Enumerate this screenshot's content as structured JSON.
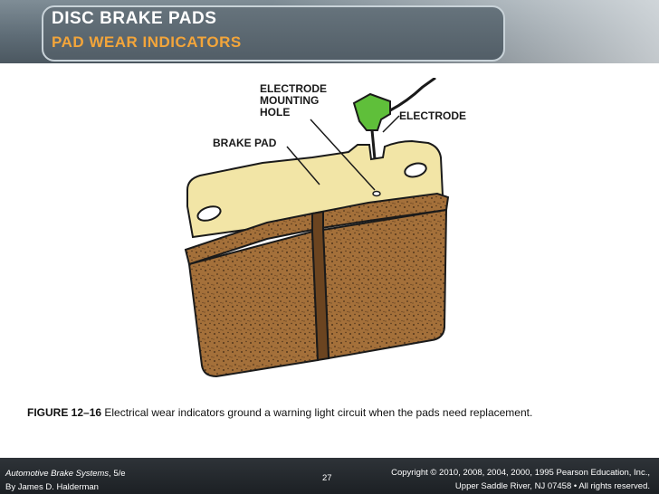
{
  "header": {
    "title": "DISC BRAKE PADS",
    "subtitle": "PAD WEAR INDICATORS"
  },
  "figure": {
    "labels": {
      "electrode_mounting_hole_1": "ELECTRODE",
      "electrode_mounting_hole_2": "MOUNTING",
      "electrode_mounting_hole_3": "HOLE",
      "electrode": "ELECTRODE",
      "brake_pad": "BRAKE PAD"
    }
  },
  "caption": {
    "figure_number": "FIGURE 12–16",
    "text": " Electrical wear indicators ground a warning light circuit when the pads need replacement."
  },
  "footer": {
    "book_title": "Automotive Brake Systems",
    "edition": ", 5/e",
    "author": "By James D. Halderman",
    "page_number": "27",
    "copyright_line1": "Copyright © 2010, 2008, 2004, 2000, 1995 Pearson Education, Inc.,",
    "copyright_line2": "Upper Saddle River, NJ 07458 • All rights reserved."
  },
  "colors": {
    "title": "#ffffff",
    "subtitle": "#f3a53a",
    "pad_friction": "#a4703a",
    "backing_plate": "#f2e5a6",
    "electrode": "#5fbf3a"
  }
}
